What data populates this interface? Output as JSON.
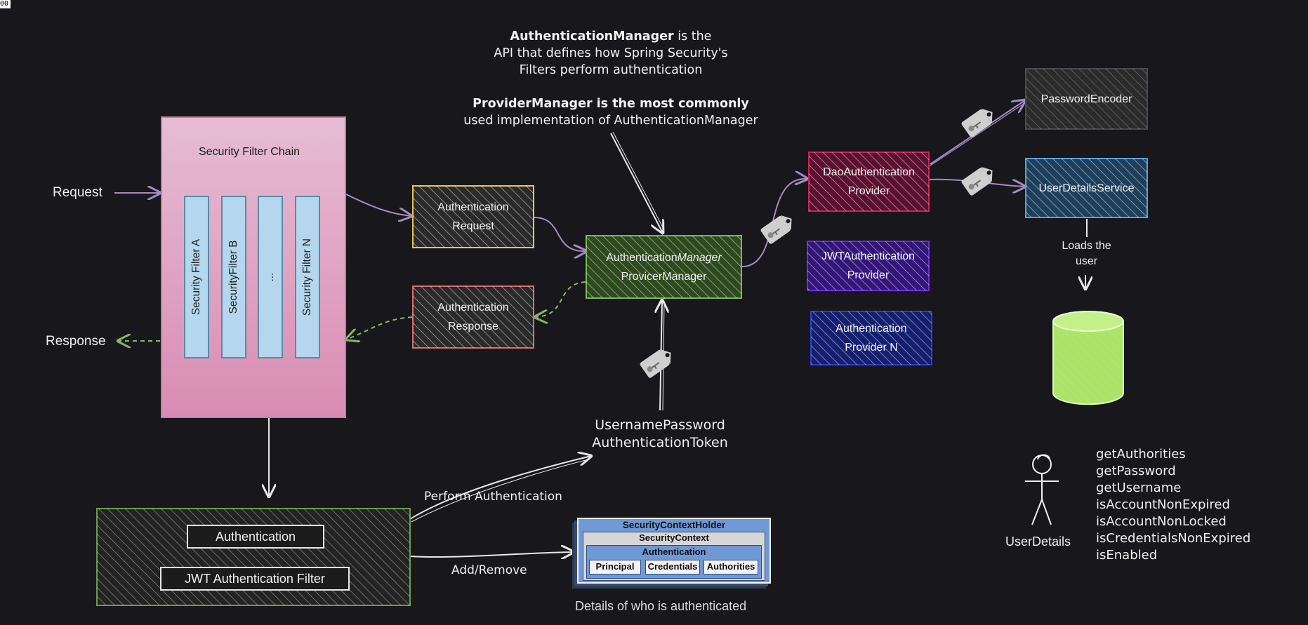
{
  "corner_badge": "00",
  "request_label": "Request",
  "response_label": "Response",
  "filter_chain": {
    "title": "Security Filter Chain",
    "filters": [
      "Security Filter A",
      "SecurityFilter B",
      "...",
      "Security Filter N"
    ]
  },
  "auth_request": "Authentication Request",
  "auth_response": "Authentication Response",
  "manager": {
    "line1": "Authentication",
    "line1_italic": "Manager",
    "line2": "ProvicerManager"
  },
  "note_top": {
    "line1_bold": "AuthenticationManager",
    "line1_rest": " is the",
    "line2": "API that defines how Spring Security's",
    "line3": "Filters perform authentication",
    "line4_bold": "ProviderManager is the most commonly",
    "line5": "used implementation of AuthenticationManager"
  },
  "providers": {
    "dao": "DaoAuthentication Provider",
    "jwt": "JWTAuthentication Provider",
    "n": "Authentication Provider N"
  },
  "password_encoder": "PasswordEncoder",
  "user_details_service": "UserDetailsService",
  "loads_user": "Loads the user",
  "token_label": {
    "line1": "UsernamePassword",
    "line2": "AuthenticationToken"
  },
  "perform_auth": "Perform Authentication",
  "add_remove": "Add/Remove",
  "jwt_filter": {
    "authentication": "Authentication",
    "filter": "JWT Authentication Filter"
  },
  "security_context": {
    "holder": "SecurityContextHolder",
    "context": "SecurityContext",
    "authentication": "Authentication",
    "principal": "Principal",
    "credentials": "Credentials",
    "authorities": "Authorities"
  },
  "details_caption": "Details of who is authenticated",
  "user_details": {
    "label": "UserDetails",
    "methods": [
      "getAuthorities",
      "getPassword",
      "getUsername",
      "isAccountNonExpired",
      "isAccountNonLocked",
      "isCredentialsNonExpired",
      "isEnabled"
    ]
  },
  "colors": {
    "background": "#18171b",
    "filter_chain": "#d98cb3",
    "auth_request": "#e3c45a",
    "auth_response": "#d86c6c",
    "manager": "#7fb35a",
    "dao": "#c8245a",
    "jwt": "#6a2fd6",
    "provider_n": "#2a3fd0",
    "password_encoder": "#4a4a4a",
    "user_details_service": "#5aa0d8",
    "database": "#aee36a",
    "jwt_filter": "#6c9a4a"
  }
}
